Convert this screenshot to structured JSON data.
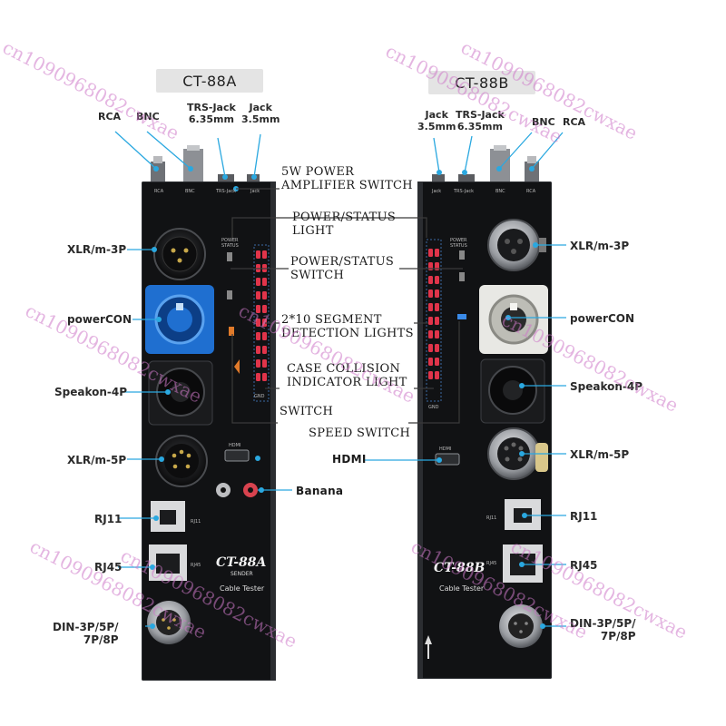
{
  "models": {
    "left": "CT-88A",
    "right": "CT-88B"
  },
  "left_labels": {
    "rca": "RCA",
    "bnc": "BNC",
    "trs": "TRS-Jack\n6.35mm",
    "jack": "Jack\n3.5mm",
    "xlr3": "XLR/m-3P",
    "powercon": "powerCON",
    "speakon": "Speakon-4P",
    "xlr5": "XLR/m-5P",
    "rj11": "RJ11",
    "rj45": "RJ45",
    "din": "DIN-3P/5P/\n7P/8P"
  },
  "right_labels": {
    "jack": "Jack\n3.5mm",
    "trs": "TRS-Jack\n6.35mm",
    "bnc": "BNC",
    "rca": "RCA",
    "xlr3": "XLR/m-3P",
    "powercon": "powerCON",
    "speakon": "Speakon-4P",
    "xlr5": "XLR/m-5P",
    "rj11": "RJ11",
    "rj45": "RJ45",
    "din": "DIN-3P/5P/\n7P/8P"
  },
  "callouts": {
    "amp_switch": "5W POWER\nAMPLIFIER SWITCH",
    "status_light": "POWER/STATUS\nLIGHT",
    "status_switch": "POWER/STATUS\nSWITCH",
    "segment_lights": "2*10 SEGMENT\nDETECTION LIGHTS",
    "collision_light": "CASE COLLISION\nINDICATOR LIGHT",
    "switch": "SWITCH",
    "speed_switch": "SPEED SWITCH",
    "hdmi": "HDMI",
    "banana": "Banana"
  },
  "panel_text": {
    "left_brand": "CT-88A",
    "left_sub": "SENDER",
    "left_caption": "Cable Tester",
    "right_brand": "CT-88B",
    "right_caption": "Cable Tester",
    "rca": "RCA",
    "bnc": "BNC",
    "trs": "TRS-Jack",
    "jack": "Jack",
    "hdmi": "HDMI",
    "rj11": "RJ11",
    "rj45": "RJ45",
    "gnd": "GND",
    "power_status": "POWER\nSTATUS"
  },
  "watermark": "cn1090968082cwxae",
  "colors": {
    "device": "#111214",
    "connector_blue": "#1f6fd0",
    "connector_blue_dark": "#0c3e86",
    "pointer_line": "#2aa8e0",
    "callout_line": "#3a3a3a",
    "led_red": "#e0344a",
    "led_blue": "#3a8ae8",
    "powercon_white": "#e8e8e4",
    "gold": "#c8a84a"
  }
}
